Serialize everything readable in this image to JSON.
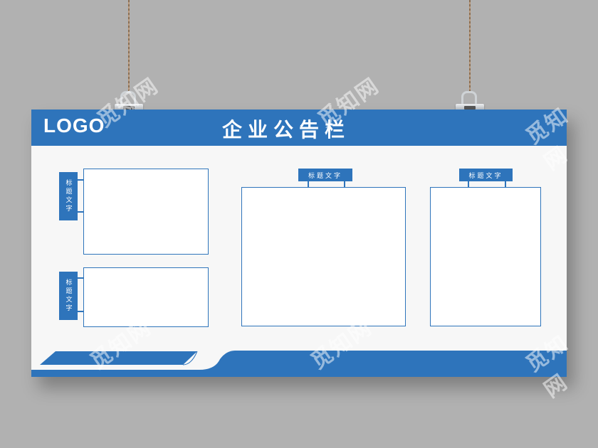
{
  "board": {
    "logo": "LOGO",
    "title": "企业公告栏",
    "tags": {
      "left_top": "标题文字",
      "left_bottom": "标题文字",
      "middle": "标题文字",
      "right": "标题文字"
    }
  },
  "watermark": "觅知网",
  "colors": {
    "accent": "#2e74bb",
    "background": "#b1b1b1",
    "board": "#f7f7f7"
  }
}
